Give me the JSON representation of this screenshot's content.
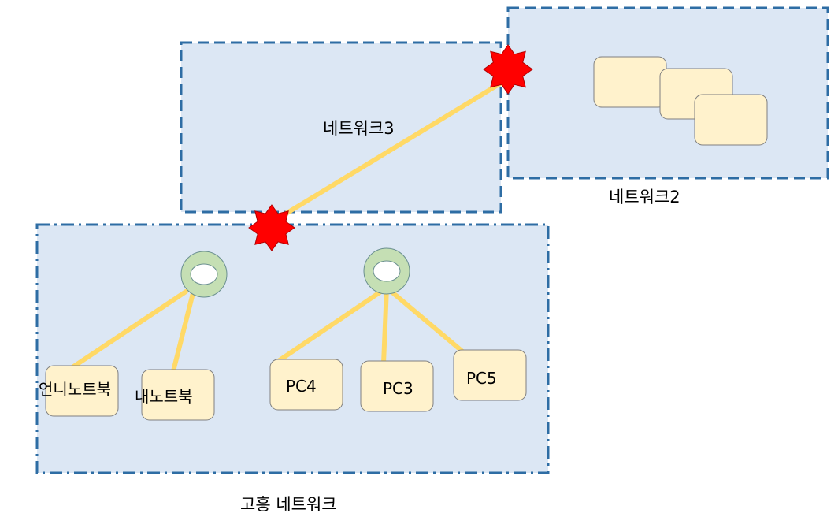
{
  "networks": {
    "network3": {
      "label": "네트워크3"
    },
    "network2": {
      "label": "네트워크2"
    },
    "goheung": {
      "label": "고흥 네트워크"
    }
  },
  "nodes": {
    "sister_laptop": "언니노트북",
    "my_laptop": "내노트북",
    "pc4": "PC4",
    "pc3": "PC3",
    "pc5": "PC5"
  },
  "colors": {
    "zone_fill": "#dce7f4",
    "zone_border": "#2e6da4",
    "node_fill": "#fff2cc",
    "node_border": "#7f7f7f",
    "link": "#ffd966",
    "ring_fill": "#c5dfb4",
    "ring_border": "#6a8f8f",
    "breach_fill": "#ff0000",
    "breach_border": "#b00000"
  },
  "icons": [
    "star-burst-icon",
    "router-ring-icon"
  ]
}
